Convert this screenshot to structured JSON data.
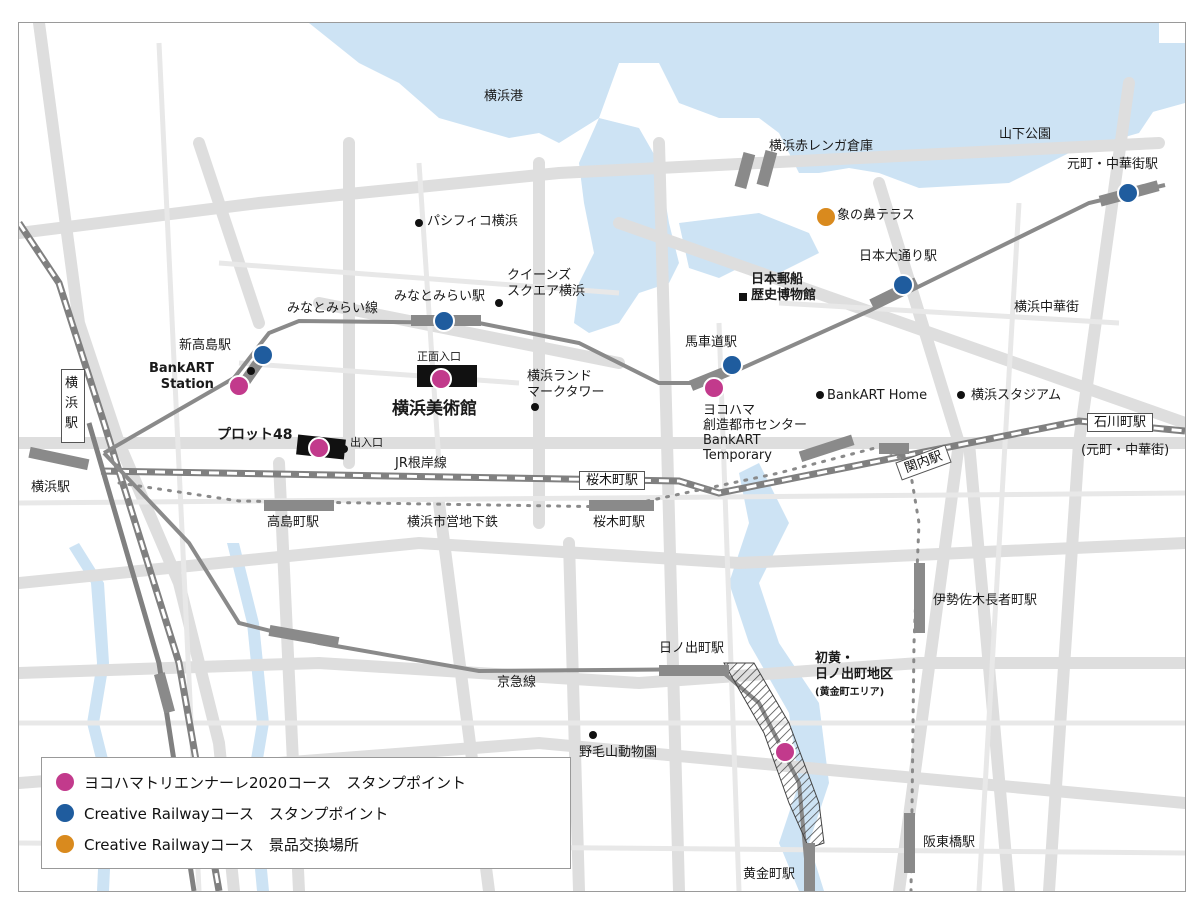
{
  "colors": {
    "water": "#cde3f4",
    "road": "#d9d9d9",
    "rail": "#808080",
    "trienale_pink": "#c23a8c",
    "railway_blue": "#1f5c9e",
    "exchange_orange": "#d98a1e"
  },
  "labels": {
    "yokohama_port": "横浜港",
    "yamashita_park": "山下公園",
    "red_brick": "横浜赤レンガ倉庫",
    "pacifico": "パシフィコ横浜",
    "zounohana": "象の鼻テラス",
    "motomachi_station": "元町・中華街駅",
    "nihon_odori_station": "日本大通り駅",
    "queens_square": "クイーンズ\nスクエア横浜",
    "minatomirai_station": "みなとみらい駅",
    "minatomirai_line": "みなとみらい線",
    "nyk_museum": "日本郵船\n歴史博物館",
    "chinatown": "横浜中華街",
    "shintakashima_station": "新高島駅",
    "bankart_station": "BankART\nStation",
    "main_entrance": "正面入口",
    "yokohama_museum": "横浜美術館",
    "bashamichi_station": "馬車道駅",
    "landmark_tower": "横浜ランド\nマークタワー",
    "bankart_home": "BankART Home",
    "yokohama_stadium": "横浜スタジアム",
    "ishikawacho_station": "石川町駅",
    "ishikawacho_sub": "(元町・中華街)",
    "yokohama_station_box": "横\n浜\n駅",
    "yokohama_station": "横浜駅",
    "plot48": "プロット48",
    "exit_entrance": "出入口",
    "jr_negishi_line": "JR根岸線",
    "yokohama_creative": "ヨコハマ\n創造都市センター\nBankART\nTemporary",
    "sakuragicho_station_box": "桜木町駅",
    "kannai_station": "関内駅",
    "takashimacho_station": "高島町駅",
    "subway_line": "横浜市営地下鉄",
    "sakuragicho_station": "桜木町駅",
    "isezakichojamachi_station": "伊勢佐木長者町駅",
    "hinodecho_station": "日ノ出町駅",
    "keikyu_line": "京急線",
    "hatsune_area": "初黄・\n日ノ出町地区",
    "koganecho_area": "(黄金町エリア)",
    "nogeyama_zoo": "野毛山動物園",
    "bandobashi_station": "阪東橋駅",
    "koganecho_station": "黄金町駅"
  },
  "legend": [
    {
      "color": "#c23a8c",
      "text": "ヨコハマトリエンナーレ2020コース　スタンプポイント"
    },
    {
      "color": "#1f5c9e",
      "text": "Creative Railwayコース　スタンプポイント"
    },
    {
      "color": "#d98a1e",
      "text": "Creative Railwayコース　景品交換場所"
    }
  ]
}
